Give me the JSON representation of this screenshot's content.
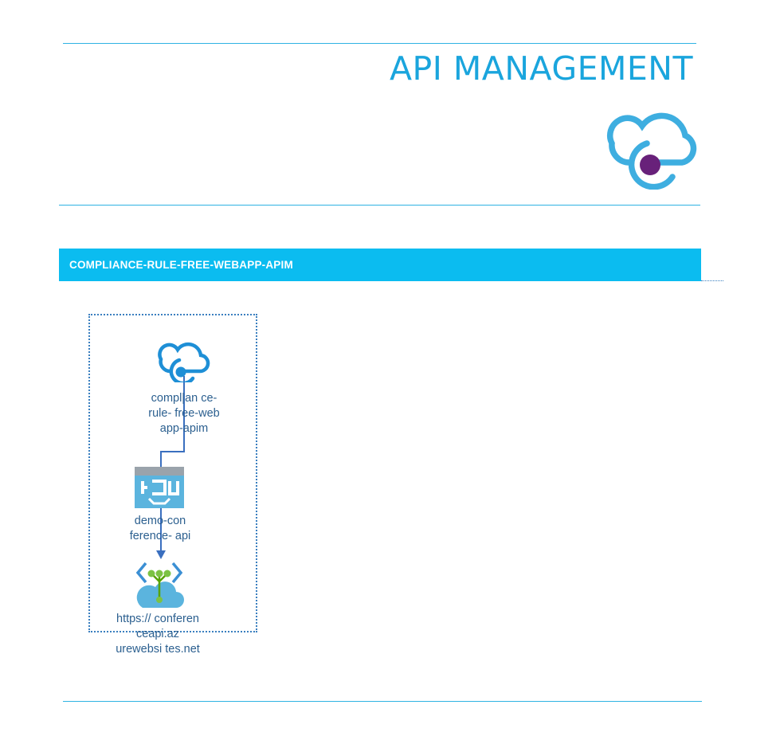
{
  "header": {
    "title": "API MANAGEMENT",
    "icon": "api-management-cloud-icon",
    "accent_color": "#1aa5dd",
    "dot_color": "#68217a"
  },
  "section": {
    "title": "COMPLIANCE-RULE-FREE-WEBAPP-APIM",
    "bar_color": "#0bbcf0"
  },
  "diagram": {
    "nodes": [
      {
        "icon": "api-management-icon",
        "label_lines": [
          "compl|an ce-",
          "rule- free-web",
          "app-apim"
        ]
      },
      {
        "icon": "api-icon",
        "label_lines": [
          "demo-con",
          "ference- api"
        ]
      },
      {
        "icon": "web-app-backend-icon",
        "label_lines": [
          "https:// conferen",
          "ceapi.az",
          "urewebsi tes.net"
        ]
      }
    ]
  }
}
